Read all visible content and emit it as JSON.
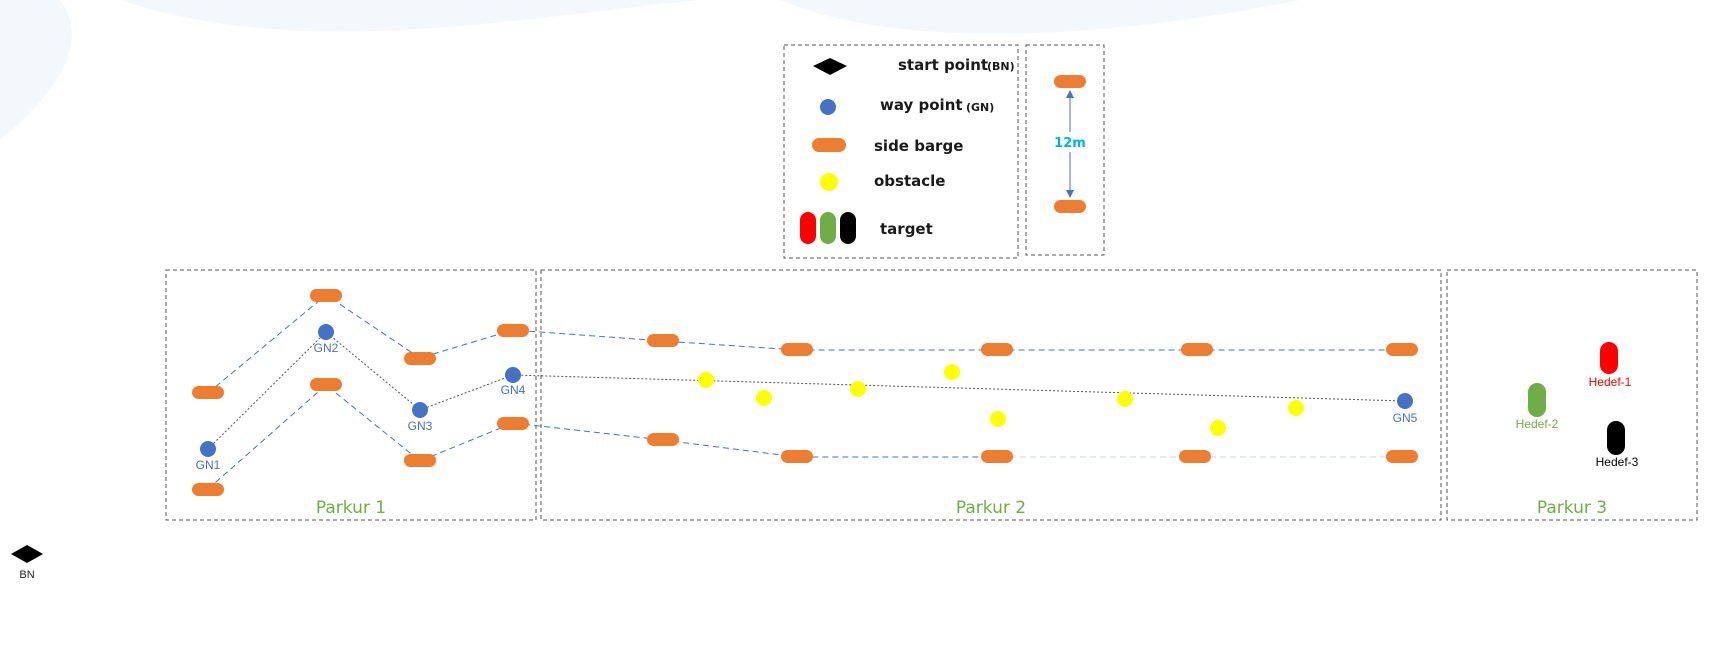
{
  "legend": {
    "items": [
      {
        "label": "start point",
        "abbr": "(BN)"
      },
      {
        "label": "way point",
        "abbr": "(GN)"
      },
      {
        "label": "side barge",
        "abbr": ""
      },
      {
        "label": "obstacle",
        "abbr": ""
      },
      {
        "label": "target",
        "abbr": ""
      }
    ],
    "distance_label": "12m"
  },
  "sections": [
    {
      "label": "Parkur 1"
    },
    {
      "label": "Parkur 2"
    },
    {
      "label": "Parkur 3"
    }
  ],
  "waypoints": [
    "GN1",
    "GN2",
    "GN3",
    "GN4",
    "GN5"
  ],
  "targets": [
    {
      "label": "Hedef-1",
      "color": "#ff0000"
    },
    {
      "label": "Hedef-2",
      "color": "#70ad47"
    },
    {
      "label": "Hedef-3",
      "color": "#000000"
    }
  ],
  "start_point": {
    "label": "BN"
  },
  "colors": {
    "barge": "#ed7d31",
    "waypoint": "#4472c4",
    "obstacle": "#ffff00",
    "section_label": "#70ad47",
    "distance": "#00b0f0",
    "boundary_line": "#4472c4",
    "route_line": "#555555"
  }
}
